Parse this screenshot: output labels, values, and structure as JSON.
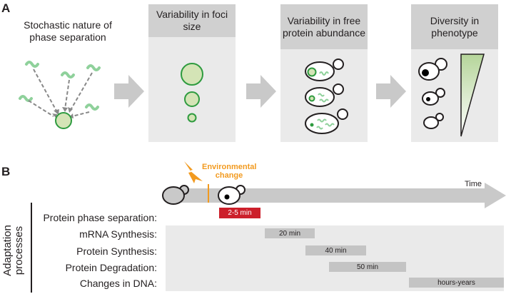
{
  "panel_a": {
    "letter": "A",
    "stage1_caption": "Stochastic nature of phase separation",
    "stage2_title": "Variability in foci size",
    "stage3_title": "Variability in free protein abundance",
    "stage4_title": "Diversity in phenotype"
  },
  "panel_b": {
    "letter": "B",
    "event_label": "Environmental change",
    "time_label": "Time",
    "group_label": "Adaptation processes",
    "processes": [
      {
        "label": "Protein phase separation:",
        "duration": "2-5 min"
      },
      {
        "label": "mRNA Synthesis:",
        "duration": "20 min"
      },
      {
        "label": "Protein Synthesis:",
        "duration": "40 min"
      },
      {
        "label": "Protein Degradation:",
        "duration": "50 min"
      },
      {
        "label": "Changes in DNA:",
        "duration": "hours-years"
      }
    ]
  },
  "colors": {
    "green": "#2e9b3f",
    "light_green": "#d4e4b6",
    "squiggle_green": "#8fd19b",
    "orange": "#f29a1f",
    "red_bar": "#cc1f2a",
    "gray_bar": "#c4c4c4",
    "arrow_gray": "#c9c9c9"
  }
}
